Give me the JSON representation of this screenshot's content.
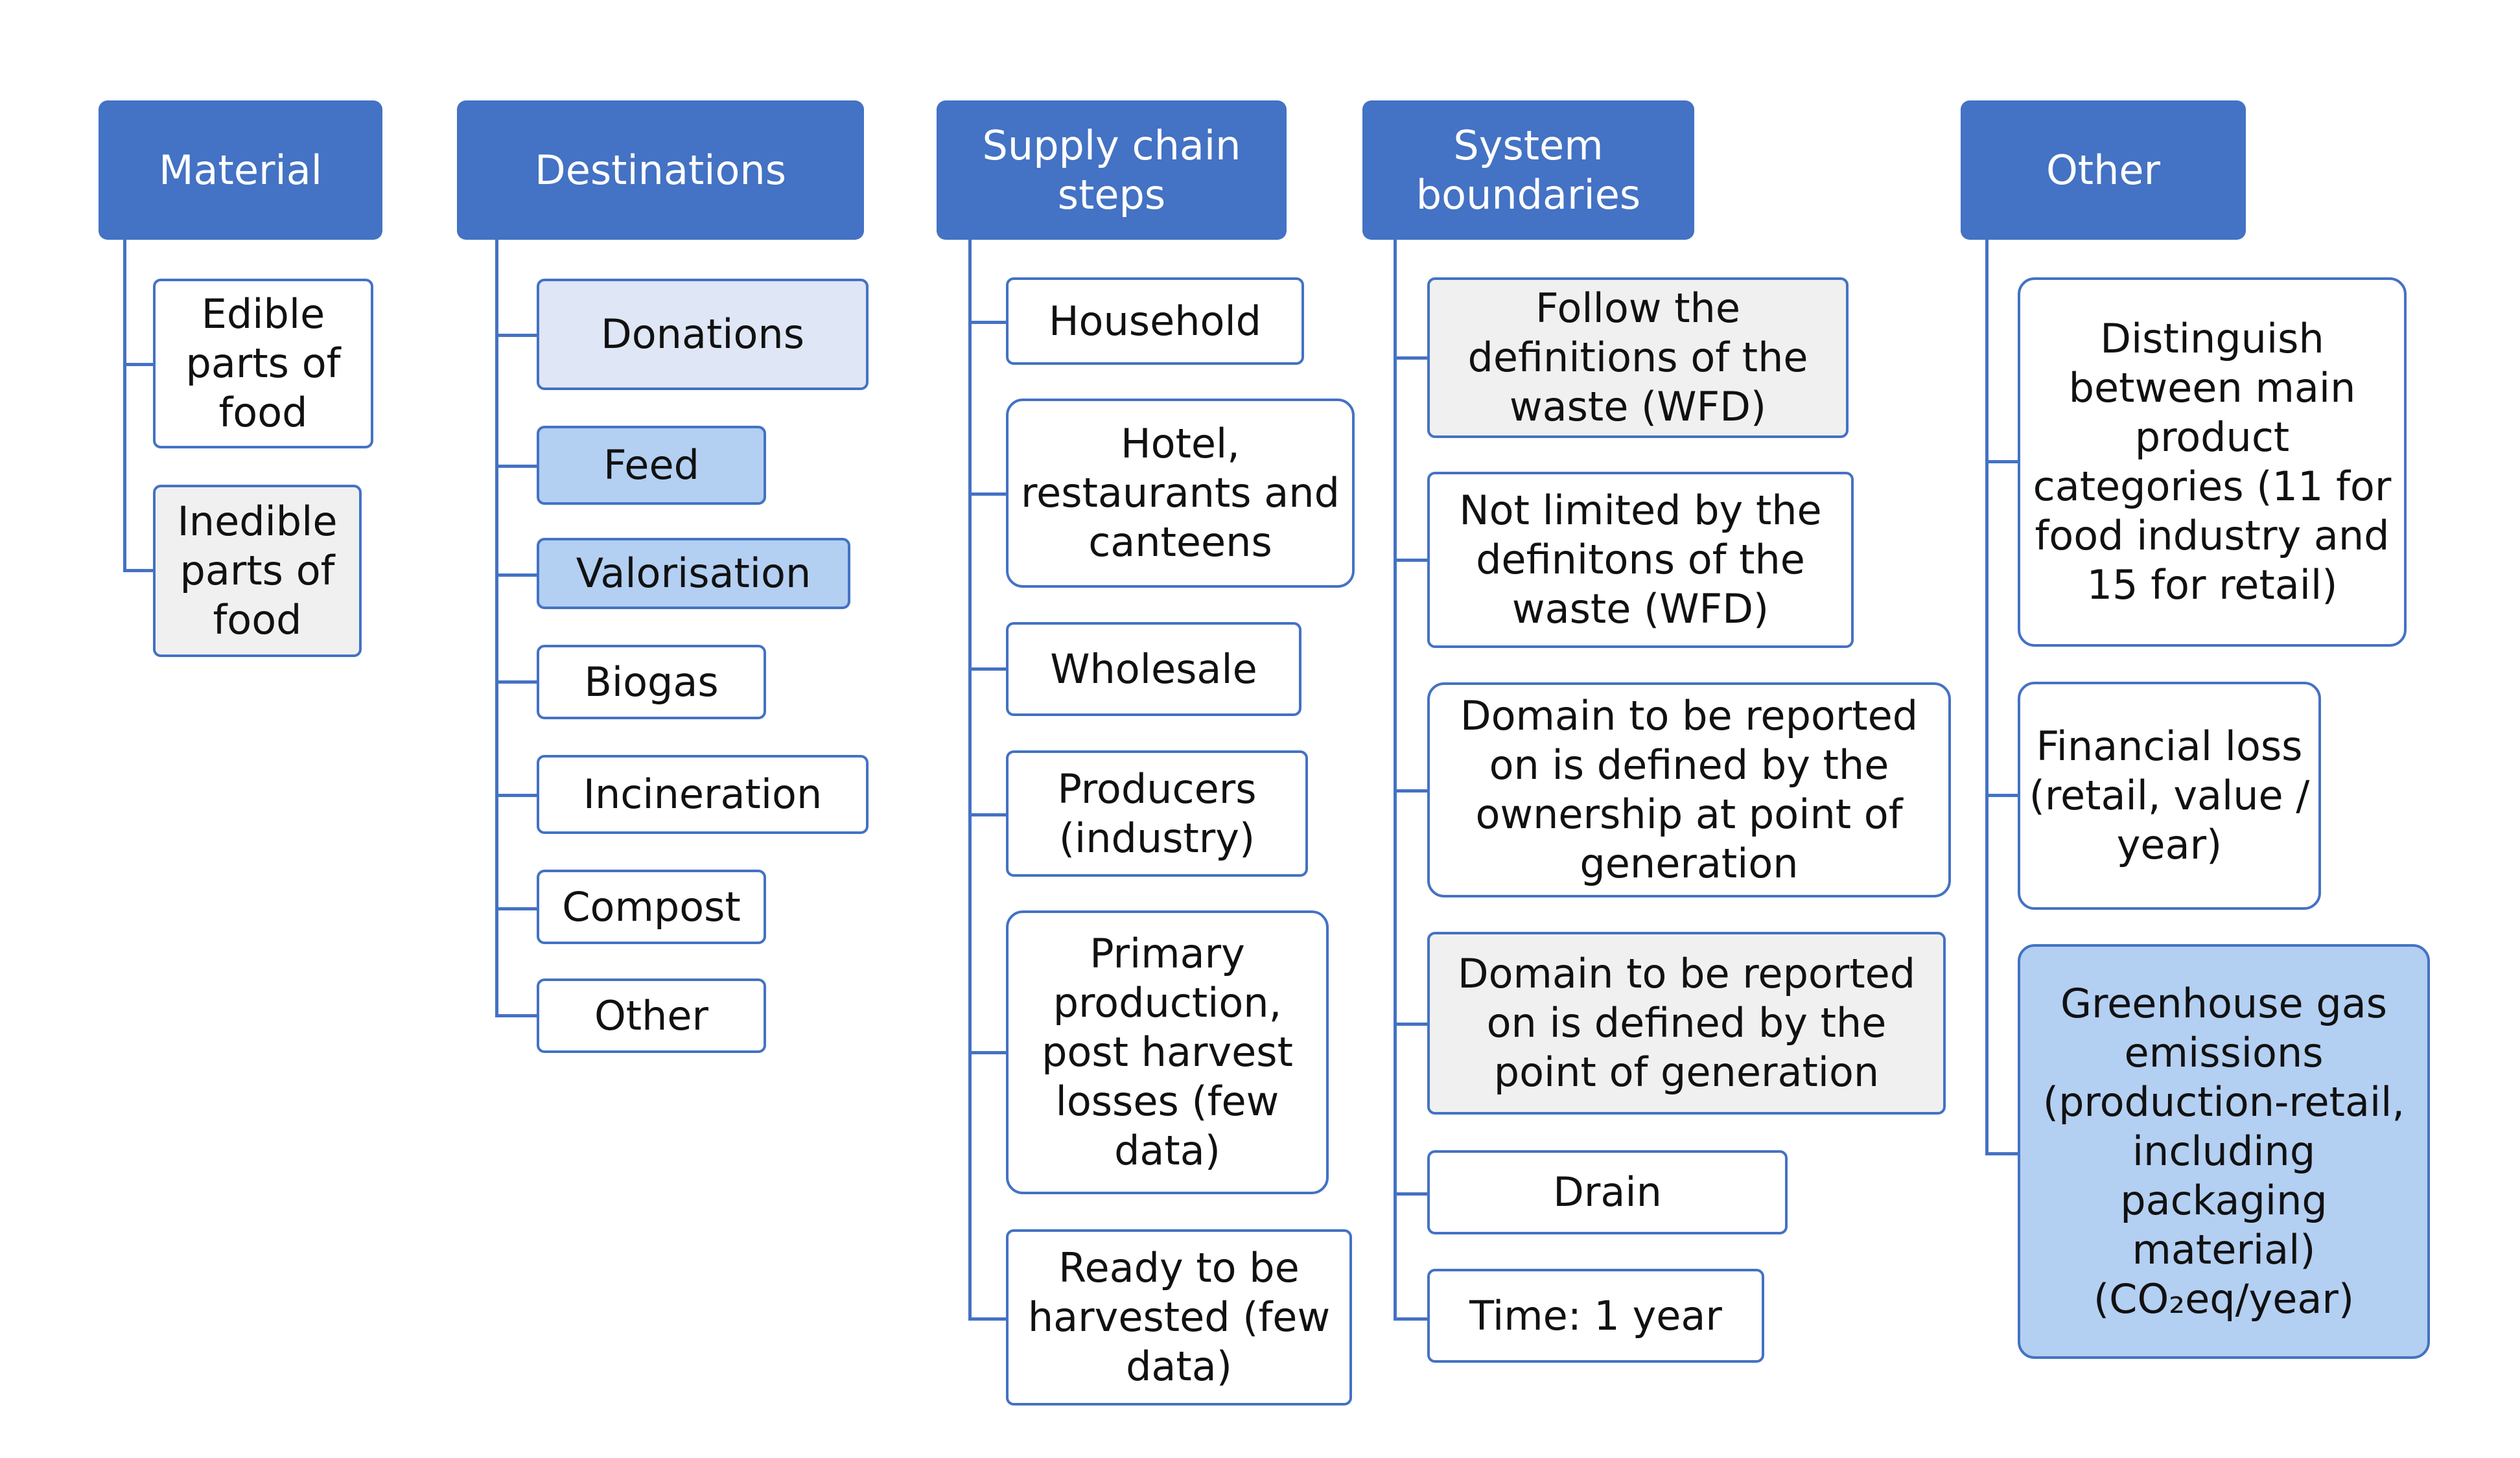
{
  "columns": [
    {
      "header": "Material",
      "items": [
        "Edible parts of food",
        "Inedible parts of food"
      ]
    },
    {
      "header": "Destinations",
      "items": [
        "Donations",
        "Feed",
        "Valorisation",
        "Biogas",
        "Incineration",
        "Compost",
        "Other"
      ]
    },
    {
      "header": "Supply chain steps",
      "items": [
        "Household",
        "Hotel, restaurants and canteens",
        "Wholesale",
        "Producers (industry)",
        "Primary production, post harvest losses (few data)",
        "Ready to be harvested (few data)"
      ]
    },
    {
      "header": "System boundaries",
      "items": [
        "Follow the definitions of the waste (WFD)",
        "Not limited by the definitons of the waste (WFD)",
        "Domain to be reported on is defined by the ownership at point of generation",
        "Domain to be reported on is defined by the point of generation",
        "Drain",
        "Time: 1 year"
      ]
    },
    {
      "header": "Other",
      "items": [
        "Distinguish between main product categories (11 for food industry and 15 for retail)",
        "Financial loss (retail, value / year)",
        "Greenhouse gas emissions (production-retail, including packaging material) (CO₂eq/year)"
      ]
    }
  ],
  "colors": {
    "header_fill": "#4472c4",
    "border": "#4472c4",
    "grey_fill": "#f0f0f0",
    "light_blue_fill": "#dfe6f5",
    "mid_blue_fill": "#b3cff2"
  }
}
